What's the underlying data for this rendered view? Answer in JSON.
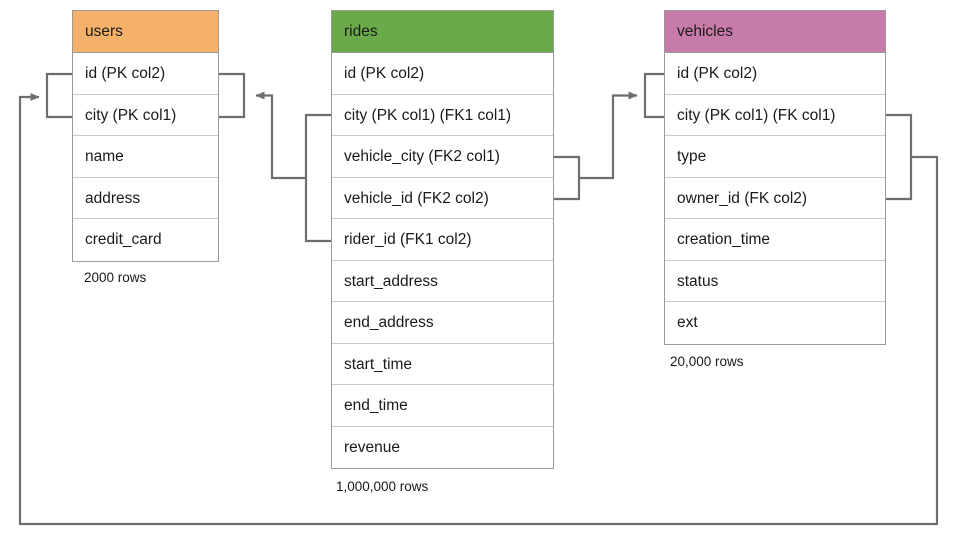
{
  "diagram": {
    "type": "entity-relationship-diagram",
    "background": "#ffffff",
    "line_color": "#6e6e6e"
  },
  "tables": [
    {
      "id": "users",
      "name": "users",
      "header_color": "#F5B169",
      "row_count_label": "2000 rows",
      "columns": [
        "id (PK col2)",
        "city (PK col1)",
        "name",
        "address",
        "credit_card"
      ]
    },
    {
      "id": "rides",
      "name": "rides",
      "header_color": "#6AAA4A",
      "row_count_label": "1,000,000 rows",
      "columns": [
        "id (PK col2)",
        "city (PK col1) (FK1 col1)",
        "vehicle_city (FK2 col1)",
        "vehicle_id (FK2 col2)",
        "rider_id (FK1 col2)",
        "start_address",
        "end_address",
        "start_time",
        "end_time",
        "revenue"
      ]
    },
    {
      "id": "vehicles",
      "name": "vehicles",
      "header_color": "#C77BA8",
      "row_count_label": "20,000 rows",
      "columns": [
        "id (PK col2)",
        "city (PK col1) (FK col1)",
        "type",
        "owner_id (FK col2)",
        "creation_time",
        "status",
        "ext"
      ]
    }
  ],
  "relationships": [
    {
      "id": "fk1",
      "from_table": "rides",
      "from_columns": [
        "city (PK col1) (FK1 col1)",
        "rider_id (FK1 col2)"
      ],
      "to_table": "users",
      "to_columns": [
        "id (PK col2)",
        "city (PK col1)"
      ]
    },
    {
      "id": "fk2",
      "from_table": "rides",
      "from_columns": [
        "vehicle_city (FK2 col1)",
        "vehicle_id (FK2 col2)"
      ],
      "to_table": "vehicles",
      "to_columns": [
        "id (PK col2)",
        "city (PK col1) (FK col1)"
      ]
    },
    {
      "id": "fk3",
      "from_table": "vehicles",
      "from_columns": [
        "city (PK col1) (FK col1)",
        "owner_id (FK col2)"
      ],
      "to_table": "users",
      "to_columns": [
        "id (PK col2)",
        "city (PK col1)"
      ]
    }
  ]
}
